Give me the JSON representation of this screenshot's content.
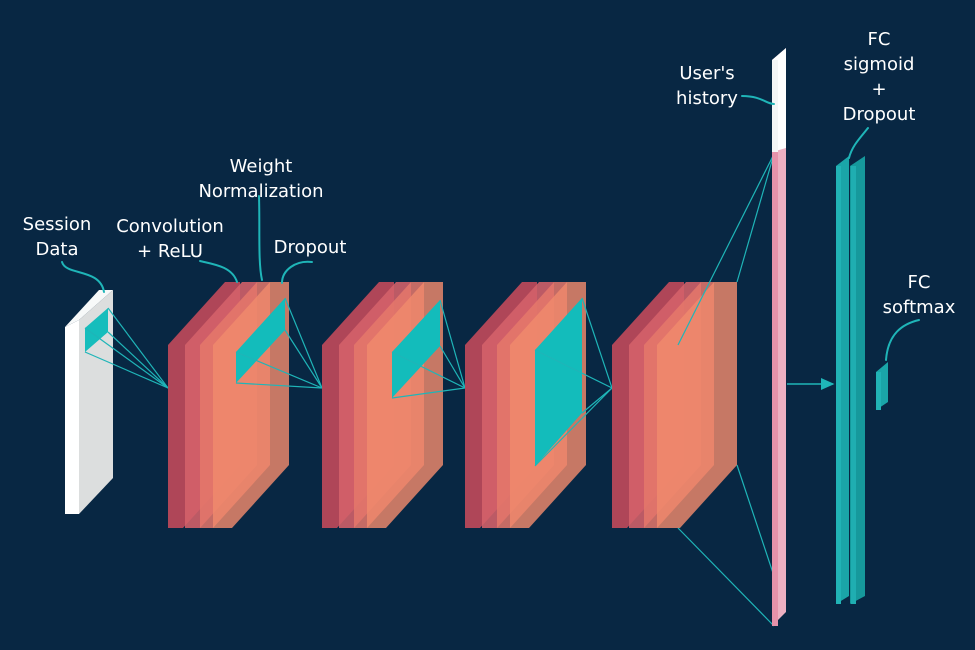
{
  "labels": {
    "session_data": [
      "Session",
      "Data"
    ],
    "conv_relu": [
      "Convolution",
      "+ ReLU"
    ],
    "weight_norm": [
      "Weight",
      "Normalization"
    ],
    "dropout": "Dropout",
    "users_history": [
      "User's",
      "history"
    ],
    "fc_sigmoid": [
      "FC",
      "sigmoid",
      "+",
      "Dropout"
    ],
    "fc_softmax": [
      "FC",
      "softmax"
    ]
  },
  "colors": {
    "background": "#082743",
    "layer_dark": "#c24a5d",
    "layer_mid": "#d7636a",
    "layer_light": "#f08a6c",
    "kernel": "#13bcbb",
    "connector": "#1fb5b8",
    "input_block": "#e8ecec",
    "history_bar": "#e79bb1",
    "fc_bar": "#1aa3a6"
  },
  "layer_groups": 4,
  "slices_per_group": 5
}
